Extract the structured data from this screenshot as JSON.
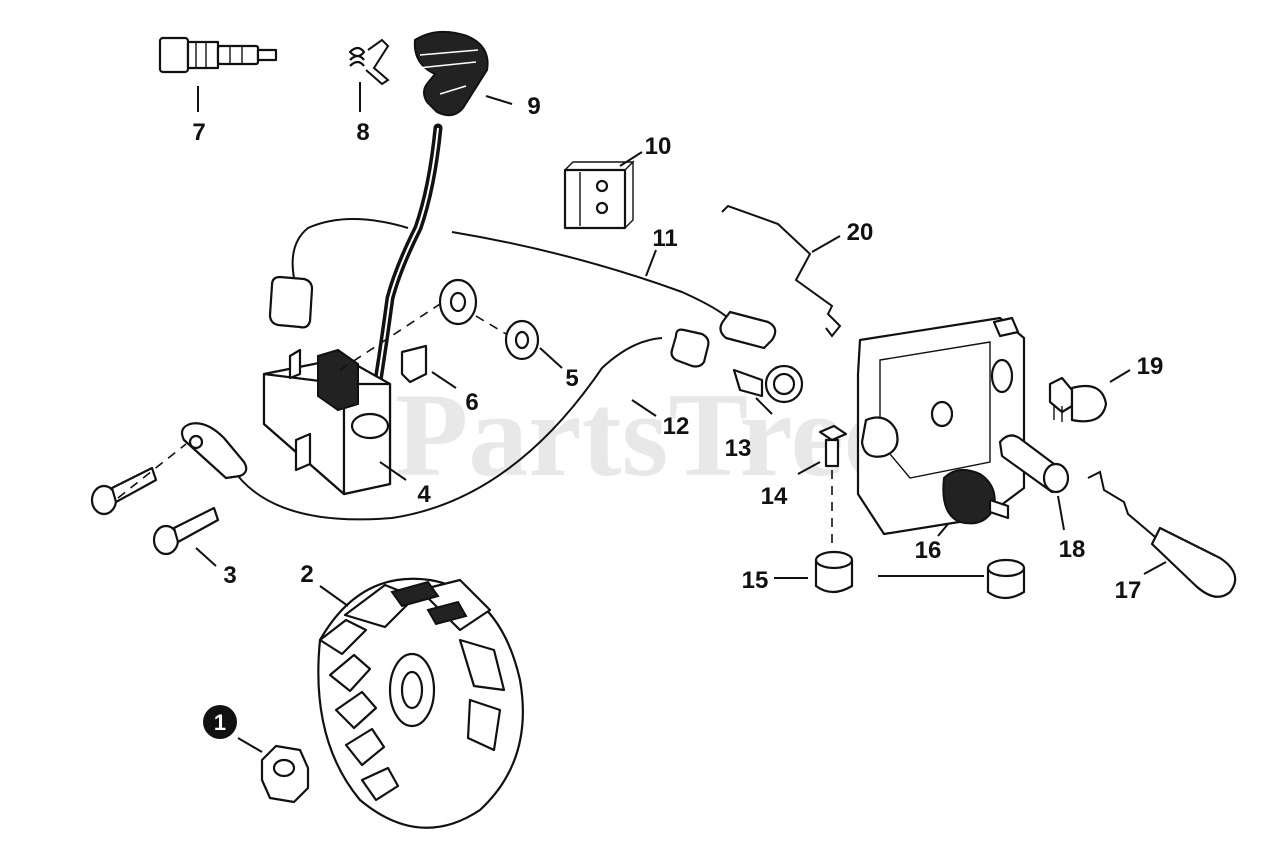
{
  "watermark": "PartsTree",
  "callouts": [
    {
      "id": "1",
      "label": "1",
      "style": "filled-circle"
    },
    {
      "id": "2",
      "label": "2"
    },
    {
      "id": "3",
      "label": "3"
    },
    {
      "id": "4",
      "label": "4"
    },
    {
      "id": "5",
      "label": "5"
    },
    {
      "id": "6",
      "label": "6"
    },
    {
      "id": "7",
      "label": "7"
    },
    {
      "id": "8",
      "label": "8"
    },
    {
      "id": "9",
      "label": "9"
    },
    {
      "id": "10",
      "label": "10"
    },
    {
      "id": "11",
      "label": "11"
    },
    {
      "id": "12",
      "label": "12"
    },
    {
      "id": "13",
      "label": "13"
    },
    {
      "id": "14",
      "label": "14"
    },
    {
      "id": "15",
      "label": "15"
    },
    {
      "id": "16",
      "label": "16"
    },
    {
      "id": "17",
      "label": "17"
    },
    {
      "id": "18",
      "label": "18"
    },
    {
      "id": "19",
      "label": "19"
    },
    {
      "id": "20",
      "label": "20"
    }
  ],
  "colors": {
    "line": "#111111",
    "background": "#ffffff",
    "watermark": "#d6d6d6"
  }
}
